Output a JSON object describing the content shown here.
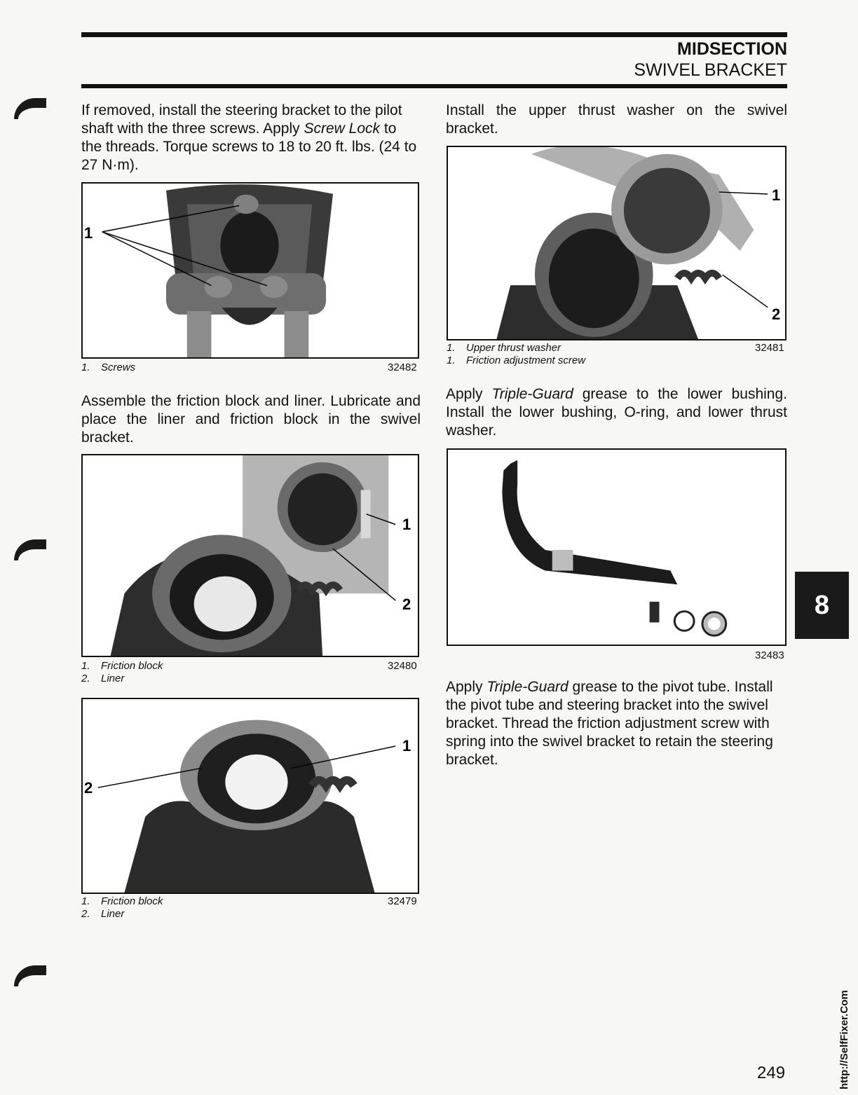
{
  "header": {
    "section": "MIDSECTION",
    "subsection": "SWIVEL BRACKET"
  },
  "left": {
    "p1": {
      "a": "If removed, install the steering bracket to the pilot shaft with the three screws. Apply ",
      "em": "Screw Lock",
      "b": " to the threads. Torque screws to 18 to 20 ft. lbs. (24 to 27 N·m)."
    },
    "fig1": {
      "callouts": [
        "1"
      ],
      "caption": [
        {
          "n": "1.",
          "t": "Screws"
        }
      ],
      "number": "32482"
    },
    "p2": "Assemble the friction block and liner. Lubricate and place the liner and friction block in the swivel bracket.",
    "fig2": {
      "callouts": [
        "1",
        "2"
      ],
      "caption": [
        {
          "n": "1.",
          "t": "Friction block"
        },
        {
          "n": "2.",
          "t": "Liner"
        }
      ],
      "number": "32480"
    },
    "fig3": {
      "callouts": [
        "1",
        "2"
      ],
      "caption": [
        {
          "n": "1.",
          "t": "Friction block"
        },
        {
          "n": "2.",
          "t": "Liner"
        }
      ],
      "number": "32479"
    }
  },
  "right": {
    "p1": "Install the upper thrust washer on the swivel bracket.",
    "fig1": {
      "callouts": [
        "1",
        "2"
      ],
      "caption": [
        {
          "n": "1.",
          "t": "Upper thrust washer"
        },
        {
          "n": "1.",
          "t": "Friction adjustment screw"
        }
      ],
      "number": "32481"
    },
    "p2": {
      "a": "Apply ",
      "em": "Triple-Guard",
      "b": " grease to the lower bushing. Install the lower bushing, O-ring, and lower thrust washer."
    },
    "fig2": {
      "number": "32483"
    },
    "p3": {
      "a": "Apply ",
      "em": "Triple-Guard",
      "b": " grease to the pivot tube. Install the pivot tube and steering bracket into the swivel bracket. Thread the friction adjustment screw with spring into the swivel bracket to retain the steering bracket."
    }
  },
  "chapter_tab": "8",
  "page_number": "249",
  "site": "http://SelfFixer.Com"
}
